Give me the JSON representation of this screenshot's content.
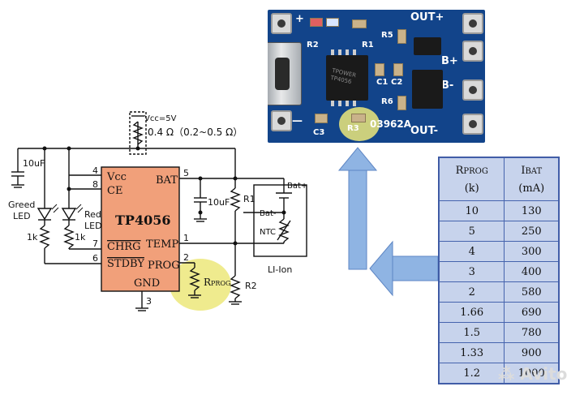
{
  "schematic": {
    "vcc_label": "Vcc=5V",
    "resistor_label": "0.4 Ω（0.2~0.5 Ω）",
    "cap_input": "10uF",
    "green_led": [
      "Greed",
      "LED"
    ],
    "red_led": [
      "Red",
      "LED"
    ],
    "r_green": "1k",
    "r_red": "1k",
    "chip_name": "TP4056",
    "pin_vcc": "Vcc",
    "pin_ce": "CE",
    "pin_chrg": "CHRG",
    "pin_stdby": "STDBY",
    "pin_bat": "BAT",
    "pin_temp": "TEMP",
    "pin_prog": "PROG",
    "pin_gnd": "GND",
    "pin_num_4": "4",
    "pin_num_8": "8",
    "pin_num_7": "7",
    "pin_num_6": "6",
    "pin_num_5": "5",
    "pin_num_1": "1",
    "pin_num_2": "2",
    "pin_num_3": "3",
    "cap_output": "10uF",
    "r1": "R1",
    "r2": "R2",
    "rprog_main": "R",
    "rprog_sub": "PROG",
    "bat_plus": "Bat+",
    "bat_minus": "Bat-",
    "ntc": "NTC",
    "li_ion": "LI-Ion",
    "highlight_color": "#ece87a"
  },
  "pcb": {
    "plus": "+",
    "minus": "—",
    "out_plus": "OUT+",
    "out_minus": "OUT-",
    "b_plus": "B+",
    "b_minus": "B-",
    "r2": "R2",
    "r1": "R1",
    "r5": "R5",
    "r6": "R6",
    "c1": "C1",
    "c2": "C2",
    "c3": "C3",
    "r3": "R3",
    "code": "03962A",
    "chip_text": [
      "TPOWER",
      "TP4056"
    ],
    "board_color": "#12448a"
  },
  "table": {
    "header_col1_main": "R",
    "header_col1_sub": "PROG",
    "header_col1_unit": "(k)",
    "header_col2_main": "I",
    "header_col2_sub": "BAT",
    "header_col2_unit": "(mA)",
    "rows": [
      [
        "10",
        "130"
      ],
      [
        "5",
        "250"
      ],
      [
        "4",
        "300"
      ],
      [
        "3",
        "400"
      ],
      [
        "2",
        "580"
      ],
      [
        "1.66",
        "690"
      ],
      [
        "1.5",
        "780"
      ],
      [
        "1.33",
        "900"
      ],
      [
        "1.2",
        "1000"
      ]
    ]
  },
  "watermark": "Avito",
  "arrow_color": "#8fb4e3"
}
